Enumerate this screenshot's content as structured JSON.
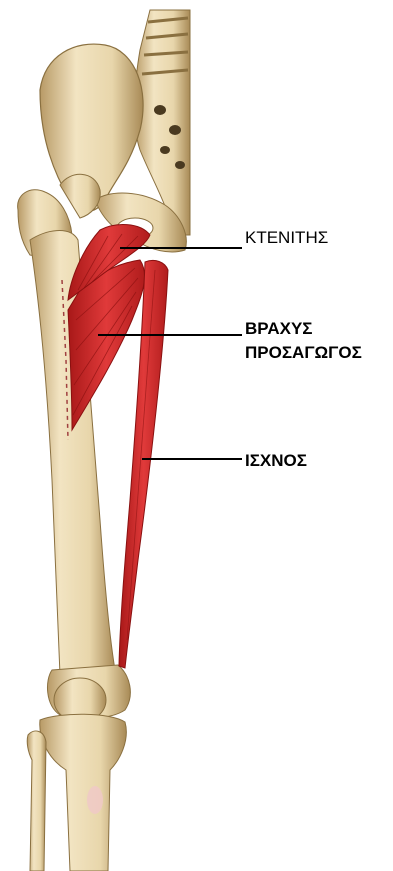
{
  "labels": {
    "pectineus": "ΚΤΕΝΙΤΗΣ",
    "adductor_brevis_line1": "ΒΡΑΧΥΣ",
    "adductor_brevis_line2": "ΠΡΟΣΑΓΩΓΟΣ",
    "gracilis": "ΙΣΧΝΟΣ"
  },
  "colors": {
    "bone": "#e6d6b0",
    "bone_shadow": "#b8a070",
    "muscle": "#d42a2a",
    "muscle_dark": "#9e1616",
    "label_text": "#000000",
    "leader_line": "#000000"
  }
}
